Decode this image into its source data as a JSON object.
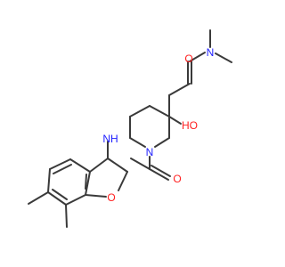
{
  "colors": {
    "bond": "#3a3a3a",
    "oxygen": "#ff2020",
    "nitrogen": "#2020ff",
    "background": "#ffffff"
  },
  "atoms": {
    "amide_oxygen_top": "O",
    "dimethylamide_nitrogen": "N",
    "hydroxyl": "HO",
    "piperidine_nitrogen": "N",
    "urea_oxygen": "O",
    "urea_nh": "NH",
    "furan_oxygen": "O"
  }
}
